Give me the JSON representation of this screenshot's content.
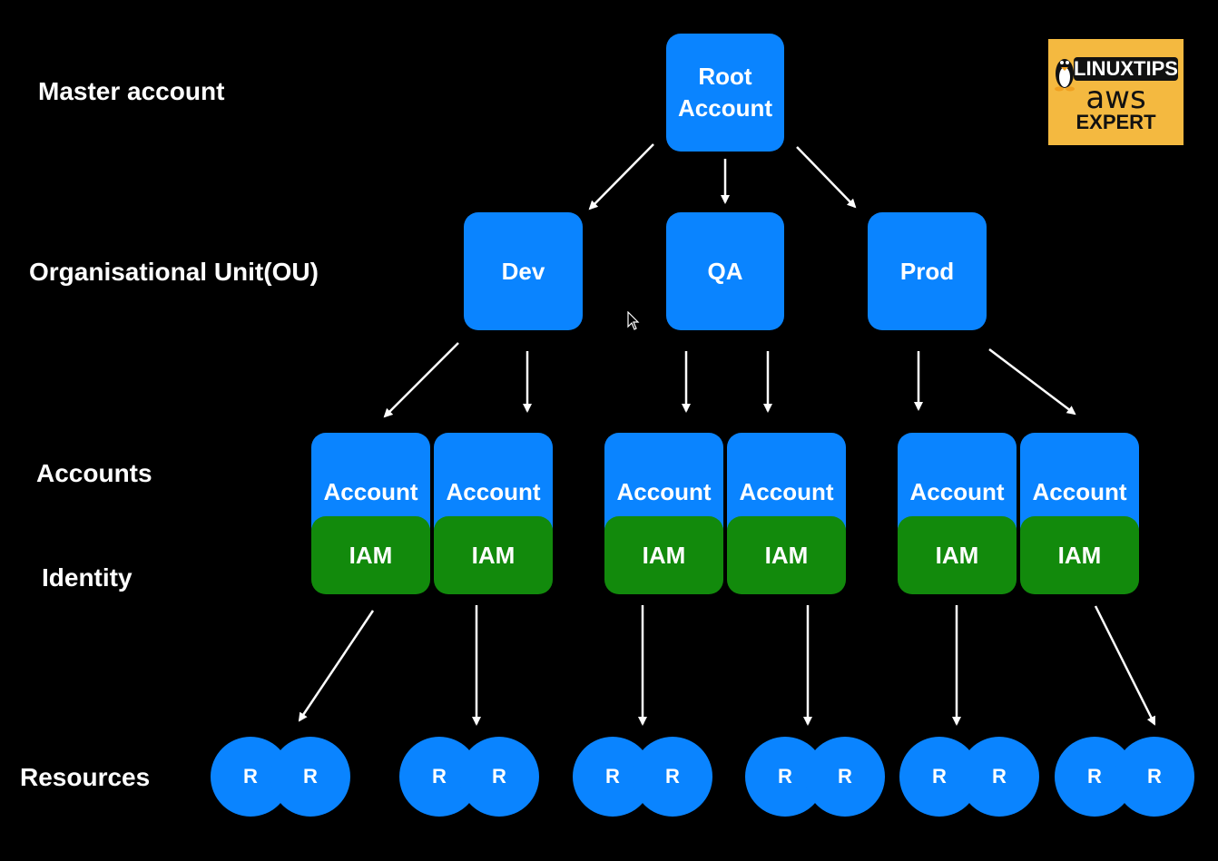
{
  "labels": {
    "master": "Master account",
    "ou": "Organisational Unit(OU)",
    "accounts": "Accounts",
    "identity": "Identity",
    "resources": "Resources"
  },
  "root": {
    "line1": "Root",
    "line2": "Account"
  },
  "ous": [
    {
      "label": "Dev"
    },
    {
      "label": "QA"
    },
    {
      "label": "Prod"
    }
  ],
  "accounts": [
    {
      "account": "Account",
      "iam": "IAM"
    },
    {
      "account": "Account",
      "iam": "IAM"
    },
    {
      "account": "Account",
      "iam": "IAM"
    },
    {
      "account": "Account",
      "iam": "IAM"
    },
    {
      "account": "Account",
      "iam": "IAM"
    },
    {
      "account": "Account",
      "iam": "IAM"
    }
  ],
  "resources": [
    {
      "left": "R",
      "right": "R"
    },
    {
      "left": "R",
      "right": "R"
    },
    {
      "left": "R",
      "right": "R"
    },
    {
      "left": "R",
      "right": "R"
    },
    {
      "left": "R",
      "right": "R"
    },
    {
      "left": "R",
      "right": "R"
    }
  ],
  "logo": {
    "brand": "LINUXTIPS",
    "aws": "aws",
    "expert": "EXPERT"
  },
  "colors": {
    "background": "#000000",
    "node_blue": "#0a84ff",
    "iam_green": "#128a0c",
    "logo_bg": "#f4b940"
  }
}
